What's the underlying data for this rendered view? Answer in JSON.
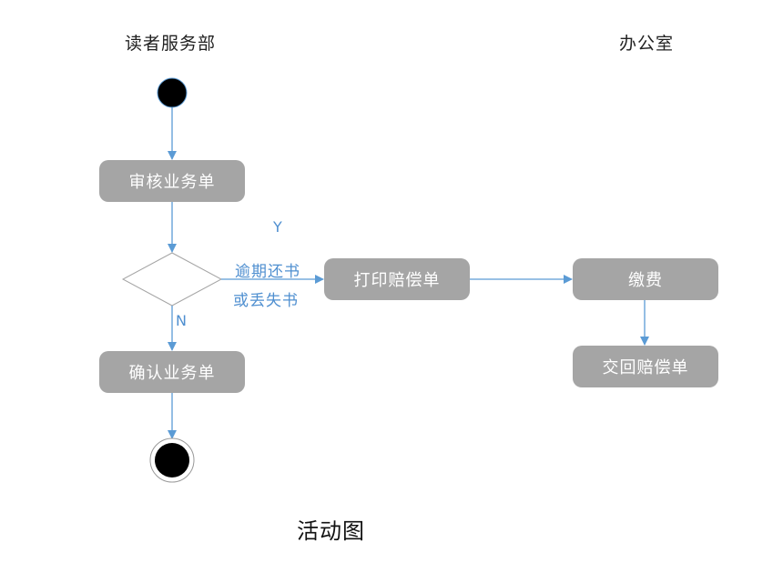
{
  "lanes": {
    "left": "读者服务部",
    "right": "办公室"
  },
  "nodes": {
    "review": "审核业务单",
    "confirm": "确认业务单",
    "print": "打印赔偿单",
    "pay": "缴费",
    "return": "交回赔偿单"
  },
  "guards": {
    "yes": "Y",
    "no": "N",
    "condition_line1": "逾期还书",
    "condition_line2": "或丢失书"
  },
  "caption": "活动图",
  "colors": {
    "node": "#a5a5a5",
    "arrow": "#5b9bd5",
    "label": "#4f8fd0"
  }
}
